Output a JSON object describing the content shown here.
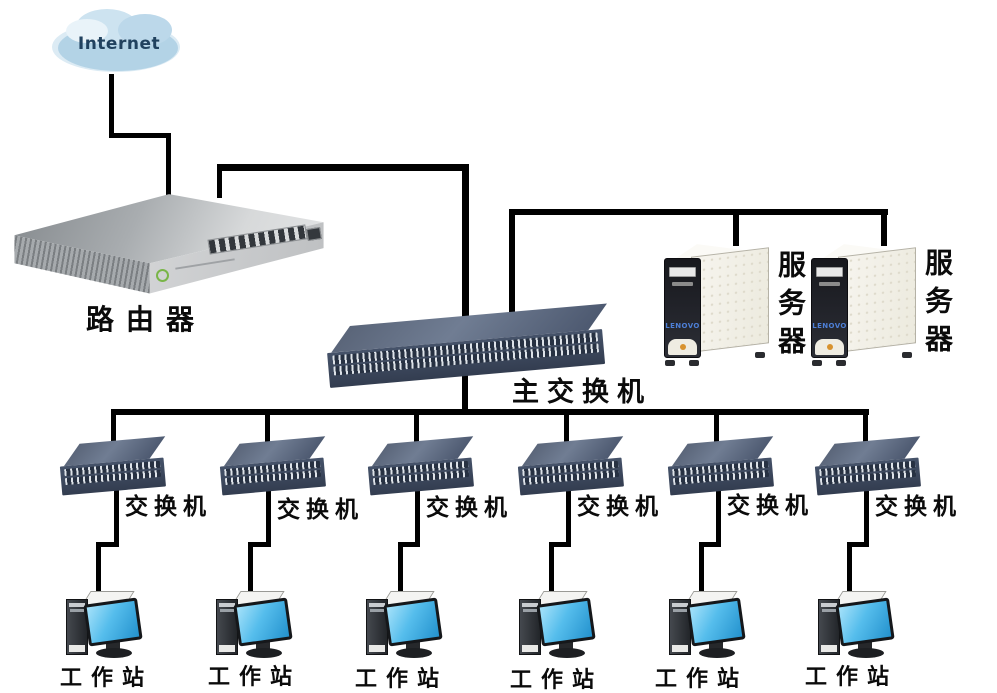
{
  "internet": {
    "label": "Internet"
  },
  "router": {
    "label": "路由器"
  },
  "main_switch": {
    "label": "主交换机"
  },
  "servers": {
    "brand": "LENOVO",
    "items": [
      {
        "label": "服务器"
      },
      {
        "label": "服务器"
      }
    ]
  },
  "access_switches": {
    "items": [
      {
        "label": "交换机"
      },
      {
        "label": "交换机"
      },
      {
        "label": "交换机"
      },
      {
        "label": "交换机"
      },
      {
        "label": "交换机"
      },
      {
        "label": "交换机"
      }
    ]
  },
  "workstations": {
    "items": [
      {
        "label": "工作站"
      },
      {
        "label": "工作站"
      },
      {
        "label": "工作站"
      },
      {
        "label": "工作站"
      },
      {
        "label": "工作站"
      },
      {
        "label": "工作站"
      }
    ]
  },
  "colors": {
    "wire": "#000000",
    "cloud_fill": "#b3d3e6",
    "switch_body": "#46536a",
    "screen_blue": "#38a8e0",
    "lenovo_blue": "#4d7fd6",
    "power_orange": "#d8922f"
  }
}
